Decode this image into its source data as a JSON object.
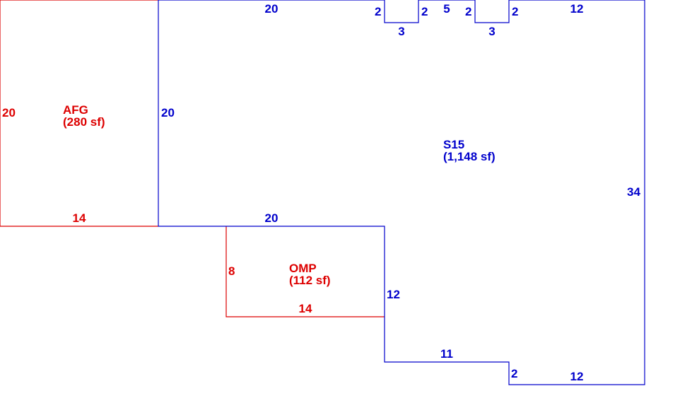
{
  "colors": {
    "main": "#0000cc",
    "addon": "#dd0000",
    "background": "#ffffff"
  },
  "areas": {
    "s15": {
      "name": "S15",
      "area": "(1,148 sf)"
    },
    "afg": {
      "name": "AFG",
      "area": "(280 sf)"
    },
    "omp": {
      "name": "OMP",
      "area": "(112 sf)"
    }
  },
  "dims": {
    "s15": {
      "top_left": "20",
      "notch1_left": "2",
      "notch1_bottom": "3",
      "notch1_right": "2",
      "between_notches": "5",
      "notch2_left": "2",
      "notch2_bottom": "3",
      "notch2_right": "2",
      "top_right": "12",
      "right": "34",
      "bottom_right": "12",
      "step": "2",
      "bottom_mid": "11",
      "inner_vertical": "12",
      "inner_horizontal": "20",
      "left": "20"
    },
    "afg": {
      "left": "20",
      "bottom": "14"
    },
    "omp": {
      "left": "8",
      "bottom": "14"
    }
  }
}
